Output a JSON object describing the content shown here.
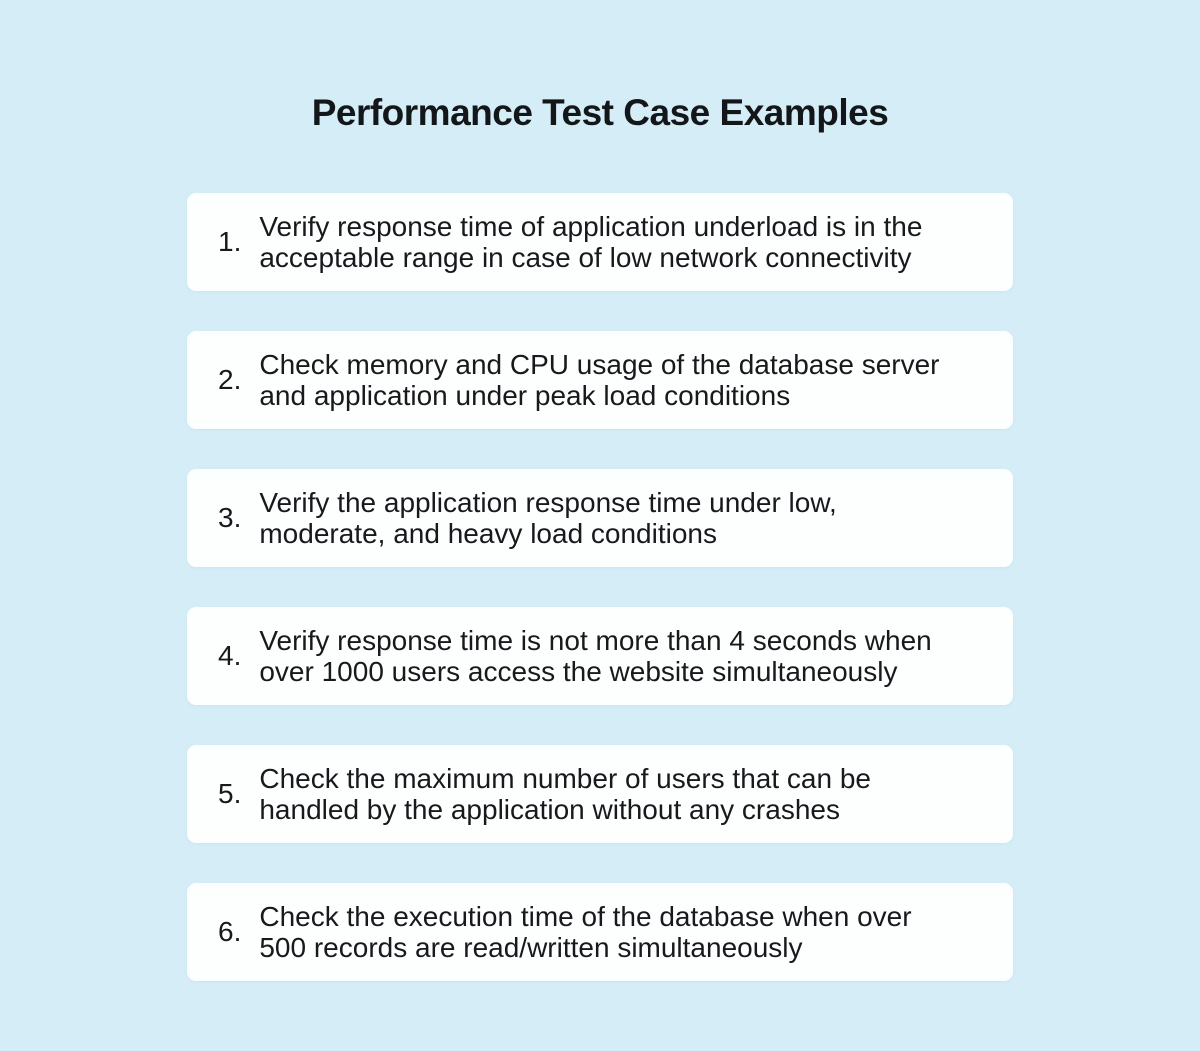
{
  "page": {
    "title": "Performance Test Case Examples",
    "background_color": "#d5edf7",
    "card_color": "#fdfefe",
    "text_color": "#17191c"
  },
  "test_cases": [
    {
      "number": "1.",
      "line1": "Verify response time of application underload is in the",
      "line2": "acceptable range in case of low network connectivity"
    },
    {
      "number": "2.",
      "line1": "Check memory and CPU usage of the database server",
      "line2": "and application under peak load conditions"
    },
    {
      "number": "3.",
      "line1": "Verify the application response time under low,",
      "line2": "moderate, and heavy load conditions"
    },
    {
      "number": "4.",
      "line1": "Verify response time is not more than 4 seconds when",
      "line2": "over 1000 users access the website simultaneously"
    },
    {
      "number": "5.",
      "line1": "Check the maximum number of users that can be",
      "line2": "handled by the application without any crashes"
    },
    {
      "number": "6.",
      "line1": "Check the execution time of the database when over",
      "line2": "500 records are read/written simultaneously"
    }
  ]
}
